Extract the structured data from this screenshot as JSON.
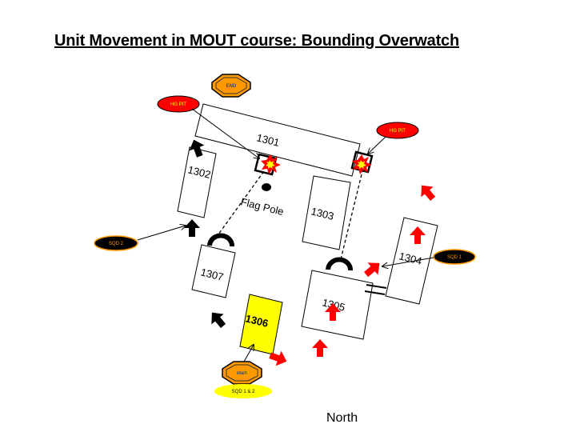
{
  "title": "Unit Movement in MOUT course: Bounding Overwatch",
  "north_label": "North",
  "flag_pole_label": "Flag Pole",
  "buildings": {
    "b1301": "1301",
    "b1302": "1302",
    "b1303": "1303",
    "b1304": "1304",
    "b1305": "1305",
    "b1306": "1306",
    "b1307": "1307"
  },
  "markers": {
    "end": "END",
    "start": "start",
    "hg_pit_left": "HG PIT",
    "hg_pit_right": "HG PIT",
    "sqd2": "SQD 2",
    "sqd1": "SQD 1",
    "sqd1_2": "SQD 1 & 2"
  },
  "colors": {
    "hg_pit": "#ff0000",
    "squad_marker": "#000000",
    "start_end_octagon": "#ff9900",
    "building_1306": "#ffff00",
    "sqd_1_2_ellipse": "#ffff00",
    "red_arrow": "#ff0000",
    "black_arrow": "#000000"
  }
}
